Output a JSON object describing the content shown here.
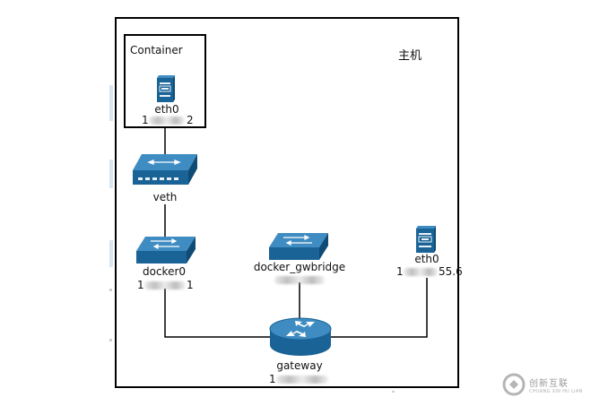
{
  "diagram": {
    "host_label": "主机",
    "container_label": "Container",
    "nodes": {
      "container_eth0": {
        "label": "eth0",
        "address_fragment_start": "1",
        "address_fragment_end": "2"
      },
      "veth": {
        "label": "veth"
      },
      "docker0": {
        "label": "docker0",
        "address_fragment_start": "1",
        "address_fragment_end": "1"
      },
      "docker_gwbridge": {
        "label": "docker_gwbridge"
      },
      "host_eth0": {
        "label": "eth0",
        "address_fragment_start": "1",
        "address_fragment_end": "55.6"
      },
      "gateway": {
        "label": "gateway",
        "address_fragment_start": "1",
        "address_fragment_end": ""
      }
    },
    "colors": {
      "device_fill": "#1a6396",
      "device_dark": "#0f4b75",
      "device_top": "#3f8cc2",
      "line": "#000000"
    }
  },
  "watermark": {
    "text": "创新互联",
    "sub": "CHUANG XIN HU LIAN",
    "icon": "watermark-logo-icon"
  }
}
